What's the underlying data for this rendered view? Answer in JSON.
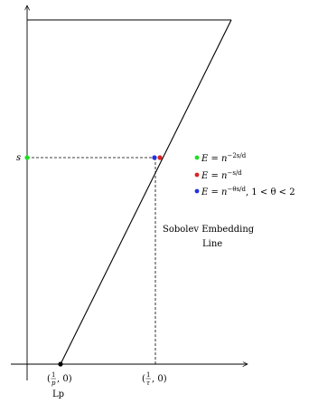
{
  "labels": {
    "s": "s",
    "lp": "Lp",
    "line_label_1": "Sobolev Embedding",
    "line_label_2": "Line",
    "tick_p_open": "(",
    "tick_p_num": "1",
    "tick_p_den": "p",
    "tick_p_close": ", 0)",
    "tick_tau_open": "(",
    "tick_tau_num": "1",
    "tick_tau_den": "τ",
    "tick_tau_close": ", 0)"
  },
  "legend": [
    {
      "color": "#22dd22",
      "base": "E = n",
      "exp": "−2s/d",
      "tail": ""
    },
    {
      "color": "#dd2222",
      "base": "E = n",
      "exp": "−s/d",
      "tail": ""
    },
    {
      "color": "#2233dd",
      "base": "E = n",
      "exp": "−θs/d",
      "tail": ", 1 < θ < 2"
    }
  ],
  "colors": {
    "axis": "#000000",
    "green": "#22dd22",
    "red": "#dd2222",
    "blue": "#2233dd"
  }
}
